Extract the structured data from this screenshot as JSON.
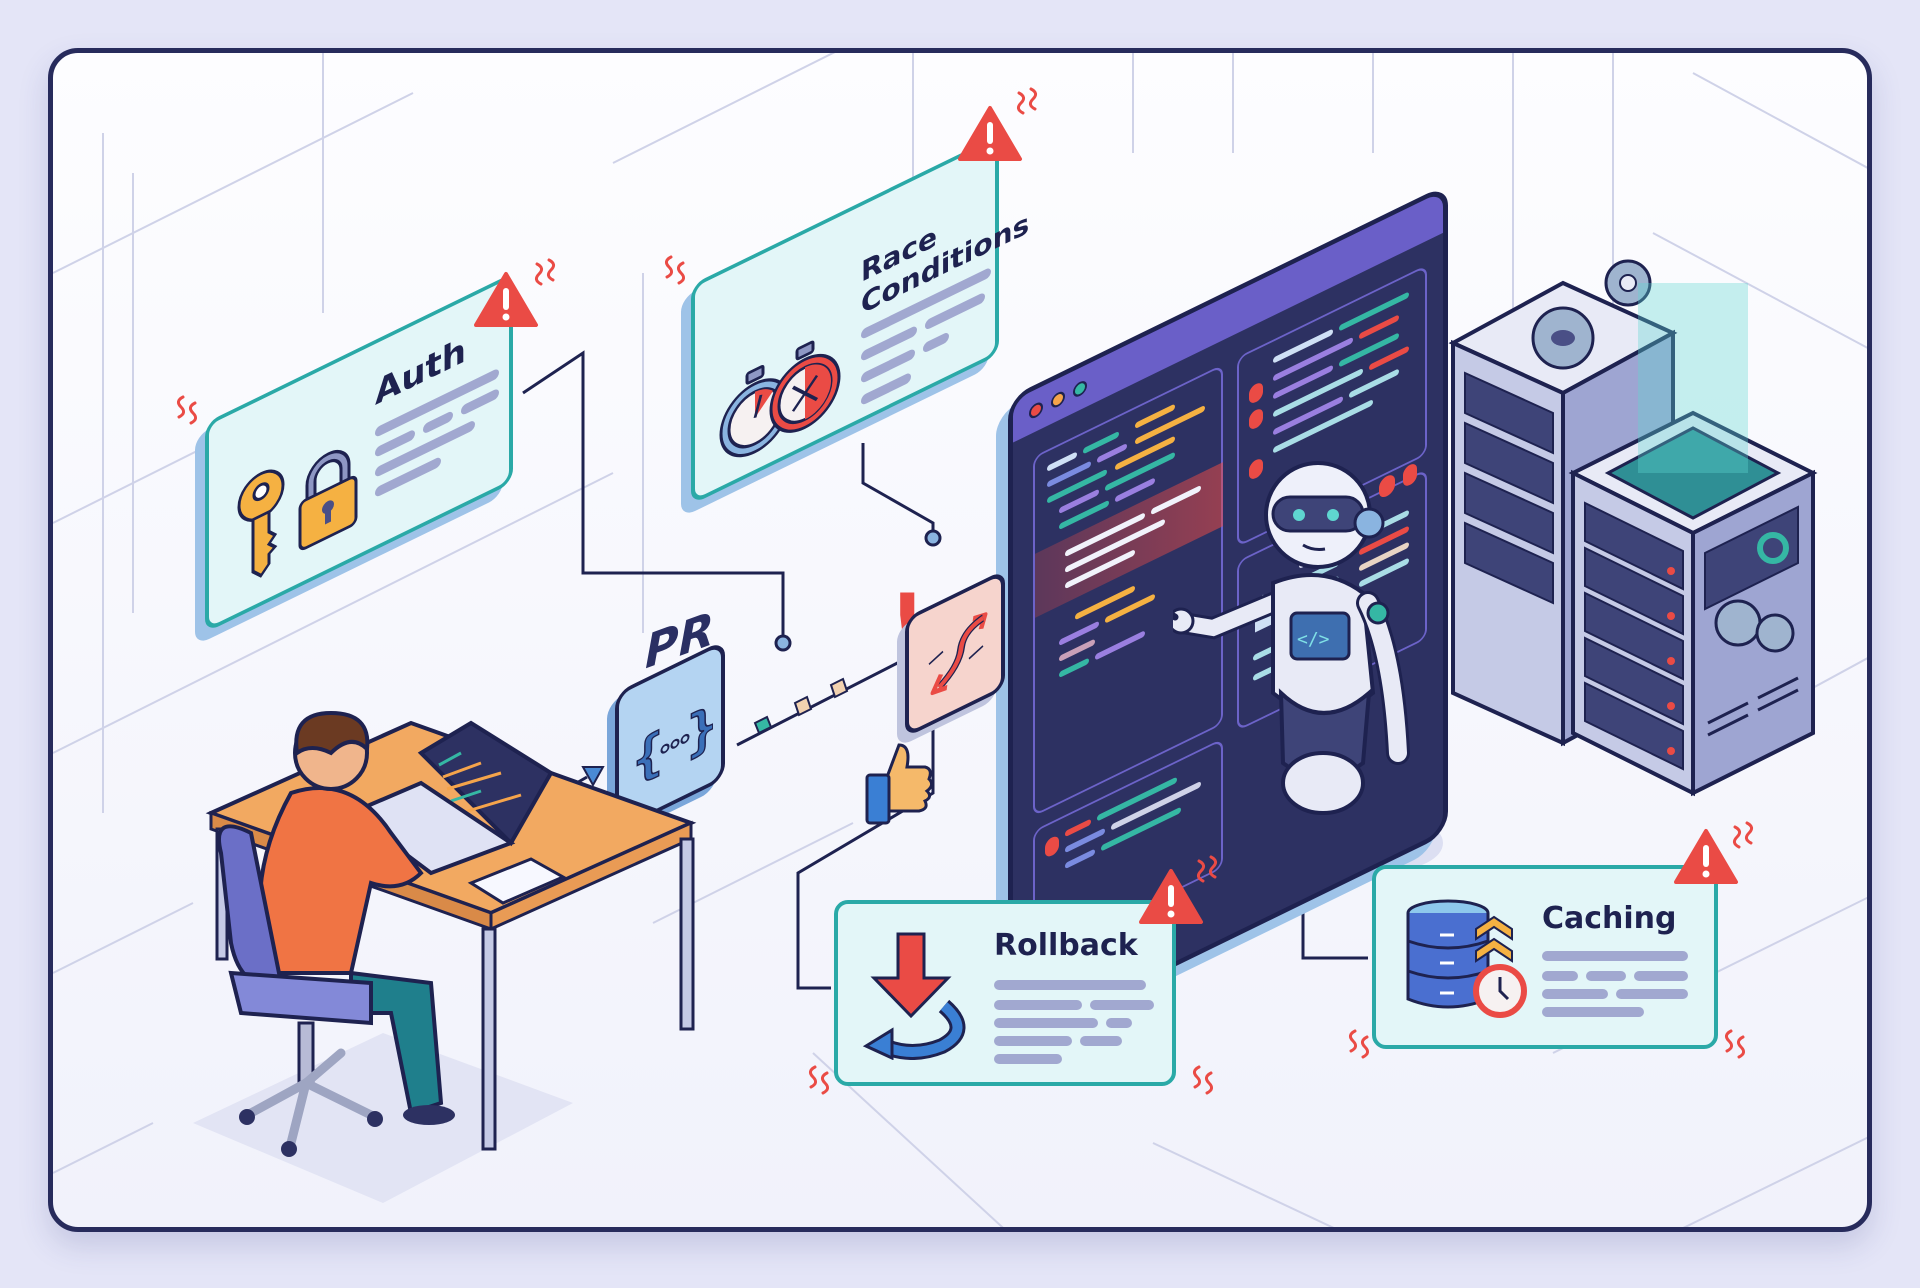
{
  "scene": {
    "description": "Isometric illustration of a developer submitting a PR reviewed by an AI robot at a code screen, surrounded by risk alert cards",
    "colors": {
      "background": "#e4e5f7",
      "frame_border": "#272b5c",
      "card_fill": "#e3f6f8",
      "card_border": "#2aa9a7",
      "alert_red": "#ea4b45",
      "screen_dark": "#2d3162",
      "screen_titlebar": "#6a5fc8",
      "text_dark": "#1e2250",
      "placeholder_bar": "#a1a8d0",
      "accent_orange": "#f5a44b"
    }
  },
  "cards": {
    "auth": {
      "title": "Auth",
      "icons": [
        "key-icon",
        "padlock-icon"
      ],
      "alert": "warning-triangle-icon"
    },
    "race_conditions": {
      "title_line1": "Race",
      "title_line2": "Conditions",
      "icons": [
        "stopwatch-icon",
        "stopwatch-error-icon"
      ],
      "alert": "warning-triangle-icon"
    },
    "rollback": {
      "title": "Rollback",
      "icons": [
        "down-arrow-icon",
        "undo-arrow-icon"
      ],
      "alert": "warning-triangle-icon"
    },
    "caching": {
      "title": "Caching",
      "icons": [
        "database-icon",
        "chevrons-up-icon",
        "clock-icon"
      ],
      "alert": "warning-triangle-icon"
    }
  },
  "pr": {
    "label": "PR",
    "icon": "code-braces-icon",
    "approval_icon": "thumbs-up-icon",
    "alert_mark": "!"
  },
  "review_screen": {
    "window_dots": [
      "#ea4b45",
      "#f5a44b",
      "#35b7a4"
    ],
    "merge_badge_icon": "swap-arrows-icon"
  },
  "robot": {
    "chest_label": "</>"
  },
  "servers": {
    "count": 2
  }
}
